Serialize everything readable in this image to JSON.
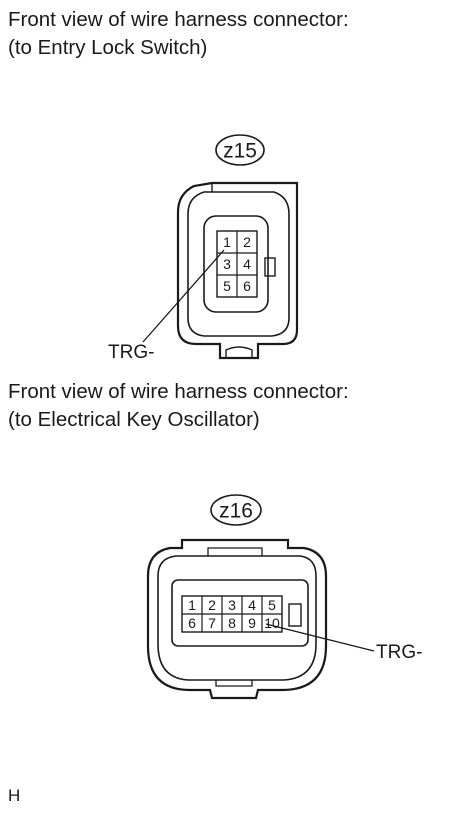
{
  "connector1": {
    "caption_line1": "Front view of wire harness connector:",
    "caption_line2": "(to Entry Lock Switch)",
    "code": "z15",
    "pins": [
      "1",
      "2",
      "3",
      "4",
      "5",
      "6"
    ],
    "signal_label": "TRG-"
  },
  "connector2": {
    "caption_line1": "Front view of wire harness connector:",
    "caption_line2": "(to Electrical Key Oscillator)",
    "code": "z16",
    "pins": [
      "1",
      "2",
      "3",
      "4",
      "5",
      "6",
      "7",
      "8",
      "9",
      "10"
    ],
    "signal_label": "TRG-"
  },
  "corner_mark": "H"
}
